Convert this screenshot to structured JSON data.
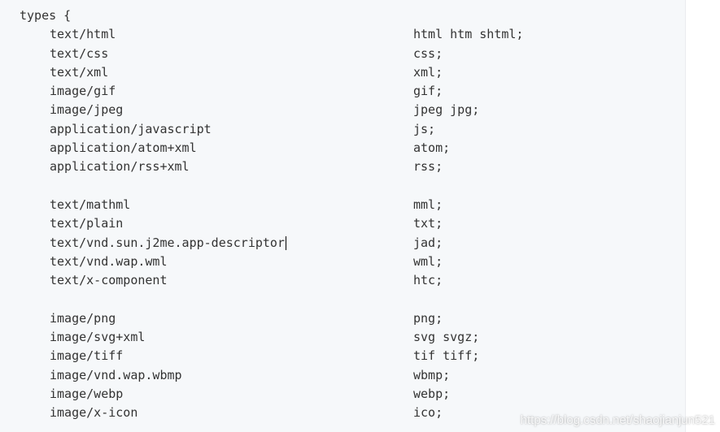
{
  "code": {
    "opening": "types {",
    "groups": [
      [
        {
          "mime": "text/html",
          "ext": "html htm shtml;"
        },
        {
          "mime": "text/css",
          "ext": "css;"
        },
        {
          "mime": "text/xml",
          "ext": "xml;"
        },
        {
          "mime": "image/gif",
          "ext": "gif;"
        },
        {
          "mime": "image/jpeg",
          "ext": "jpeg jpg;"
        },
        {
          "mime": "application/javascript",
          "ext": "js;"
        },
        {
          "mime": "application/atom+xml",
          "ext": "atom;"
        },
        {
          "mime": "application/rss+xml",
          "ext": "rss;"
        }
      ],
      [
        {
          "mime": "text/mathml",
          "ext": "mml;"
        },
        {
          "mime": "text/plain",
          "ext": "txt;"
        },
        {
          "mime": "text/vnd.sun.j2me.app-descriptor",
          "ext": "jad;"
        },
        {
          "mime": "text/vnd.wap.wml",
          "ext": "wml;"
        },
        {
          "mime": "text/x-component",
          "ext": "htc;"
        }
      ],
      [
        {
          "mime": "image/png",
          "ext": "png;"
        },
        {
          "mime": "image/svg+xml",
          "ext": "svg svgz;"
        },
        {
          "mime": "image/tiff",
          "ext": "tif tiff;"
        },
        {
          "mime": "image/vnd.wap.wbmp",
          "ext": "wbmp;"
        },
        {
          "mime": "image/webp",
          "ext": "webp;"
        },
        {
          "mime": "image/x-icon",
          "ext": "ico;"
        }
      ]
    ]
  },
  "watermark": "https://blog.csdn.net/shaojianjun521"
}
